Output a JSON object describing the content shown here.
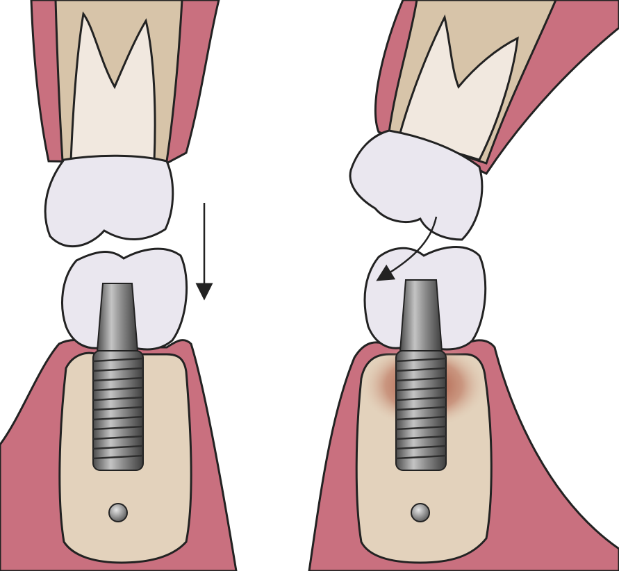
{
  "figure": {
    "panels": [
      {
        "id": "left",
        "force_direction": "axial",
        "bone_loss": false
      },
      {
        "id": "right",
        "force_direction": "oblique",
        "bone_loss": true
      }
    ],
    "colors": {
      "gum": "#c9707f",
      "gum_light": "#dc98a4",
      "bone": "#e3d2bc",
      "root": "#d7c4a9",
      "crown": "#eae7ef",
      "upper_tooth": "#f1e8df",
      "implant_light": "#b8b8b8",
      "implant_dark": "#5a5a5a",
      "bone_loss": "#a0402c",
      "outline": "#222222",
      "background": "#ffffff"
    }
  }
}
